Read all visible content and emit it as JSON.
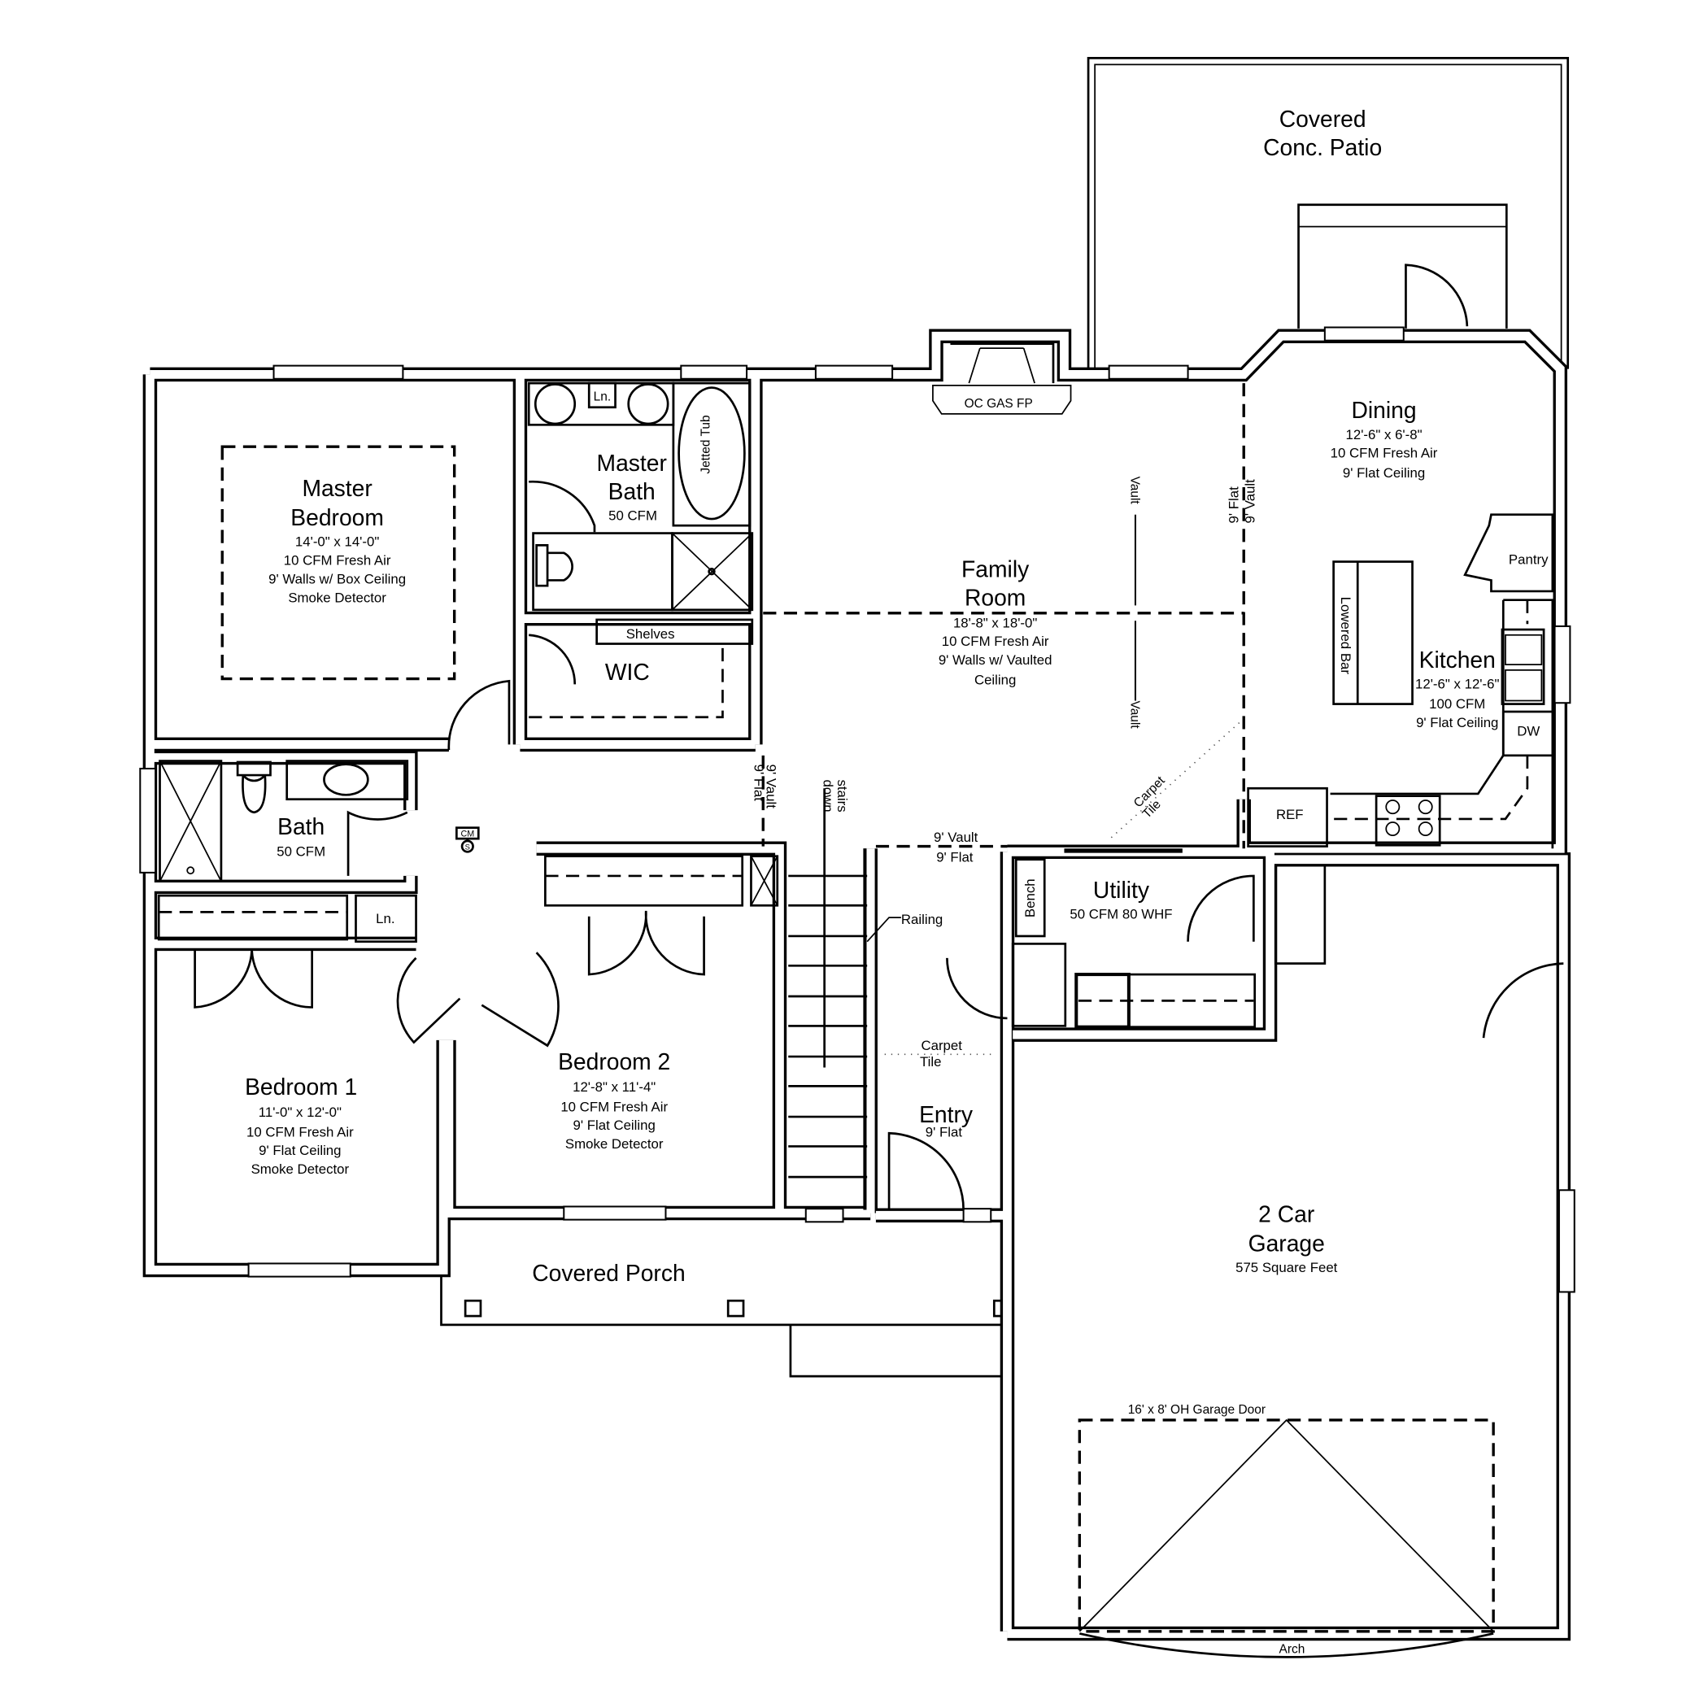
{
  "colors": {
    "ink": "#000000",
    "paper": "#ffffff"
  },
  "patio": {
    "line1": "Covered",
    "line2": "Conc. Patio"
  },
  "fireplace": {
    "label": "OC GAS FP"
  },
  "master_bedroom": {
    "name1": "Master",
    "name2": "Bedroom",
    "size": "14'-0\" x 14'-0\"",
    "air": "10 CFM Fresh Air",
    "ceiling": "9' Walls w/ Box Ceiling",
    "detector": "Smoke Detector"
  },
  "master_bath": {
    "name1": "Master",
    "name2": "Bath",
    "fan": "50 CFM",
    "linen": "Ln.",
    "tub": "Jetted Tub"
  },
  "wic": {
    "name": "WIC",
    "shelves": "Shelves"
  },
  "family_room": {
    "name1": "Family",
    "name2": "Room",
    "size": "18'-8\" x 18'-0\"",
    "air": "10 CFM Fresh Air",
    "ceiling1": "9' Walls w/ Vaulted",
    "ceiling2": "Ceiling",
    "vault_top": "Vault",
    "vault_bottom": "Vault",
    "flat_label": "9' Flat",
    "vault_label": "9' Vault"
  },
  "dining": {
    "name": "Dining",
    "size": "12'-6\" x 6'-8\"",
    "air": "10 CFM Fresh Air",
    "ceiling": "9' Flat Ceiling"
  },
  "kitchen": {
    "name": "Kitchen",
    "size": "12'-6\" x 12'-6\"",
    "fan": "100 CFM",
    "ceiling": "9' Flat Ceiling",
    "pantry": "Pantry",
    "bar": "Lowered Bar",
    "dw": "DW",
    "ref": "REF"
  },
  "bath": {
    "name": "Bath",
    "fan": "50 CFM",
    "linen": "Ln."
  },
  "hall": {
    "cm": "CM",
    "smoke": "S",
    "vault": "9' Vault",
    "flat": "9' Flat",
    "stairs1": "down",
    "stairs2": "stairs",
    "railing": "Railing"
  },
  "flooring": {
    "carpet": "Carpet",
    "tile": "Tile"
  },
  "bedroom1": {
    "name": "Bedroom 1",
    "size": "11'-0\" x 12'-0\"",
    "air": "10 CFM Fresh Air",
    "ceiling": "9' Flat Ceiling",
    "detector": "Smoke Detector"
  },
  "bedroom2": {
    "name": "Bedroom 2",
    "size": "12'-8\" x 11'-4\"",
    "air": "10 CFM Fresh Air",
    "ceiling": "9' Flat Ceiling",
    "detector": "Smoke Detector"
  },
  "utility": {
    "name": "Utility",
    "fan": "50 CFM 80 WHF",
    "bench": "Bench",
    "vault": "9' Vault",
    "flat": "9' Flat"
  },
  "entry": {
    "name": "Entry",
    "ceiling": "9' Flat"
  },
  "porch": {
    "name": "Covered Porch"
  },
  "garage": {
    "name1": "2 Car",
    "name2": "Garage",
    "area": "575 Square Feet",
    "door": "16' x 8' OH Garage Door",
    "arch": "Arch"
  }
}
